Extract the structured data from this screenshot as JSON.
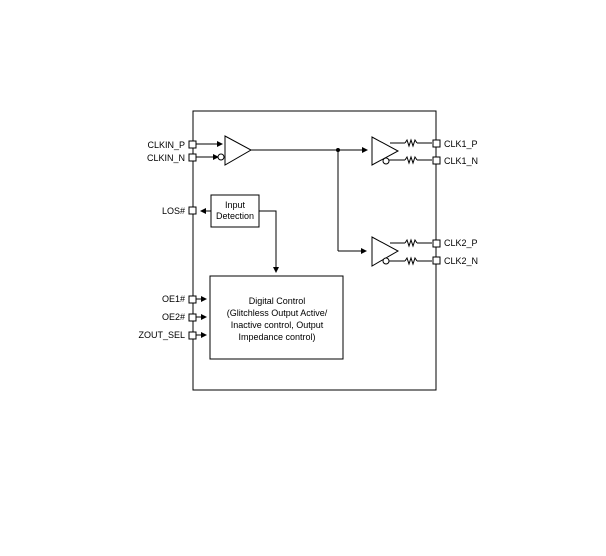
{
  "pins_left": {
    "clkin_p": "CLKIN_P",
    "clkin_n": "CLKIN_N",
    "los": "LOS#",
    "oe1": "OE1#",
    "oe2": "OE2#",
    "zout_sel": "ZOUT_SEL"
  },
  "pins_right": {
    "clk1_p": "CLK1_P",
    "clk1_n": "CLK1_N",
    "clk2_p": "CLK2_P",
    "clk2_n": "CLK2_N"
  },
  "blocks": {
    "input_detection": [
      "Input",
      "Detection"
    ],
    "digital_control": [
      "Digital Control",
      "(Glitchless Output Active/",
      "Inactive control, Output",
      "Impedance control)"
    ]
  }
}
